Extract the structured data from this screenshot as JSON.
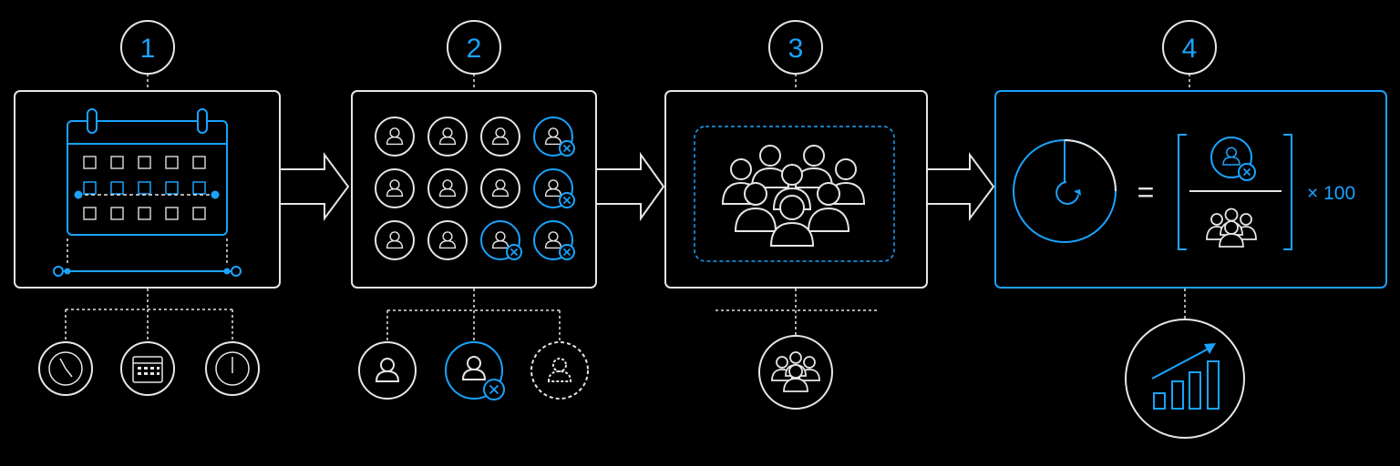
{
  "colors": {
    "background": "#000000",
    "line": "#e6e6e6",
    "accent": "#1aa3ff"
  },
  "steps": [
    {
      "number": "1",
      "icon": "calendar-icon",
      "sub_icons": [
        "clock-icon",
        "calendar-icon",
        "clock-icon"
      ]
    },
    {
      "number": "2",
      "icon": "user-grid-icon",
      "sub_icons": [
        "user-icon",
        "user-removed-icon",
        "user-dashed-icon"
      ]
    },
    {
      "number": "3",
      "icon": "group-icon",
      "sub_icons": [
        "group-icon"
      ]
    },
    {
      "number": "4",
      "icon": "pie-timer-icon",
      "sub_icons": [
        "growth-chart-icon"
      ],
      "formula": {
        "equals": "=",
        "multiply": "× 100"
      }
    }
  ]
}
